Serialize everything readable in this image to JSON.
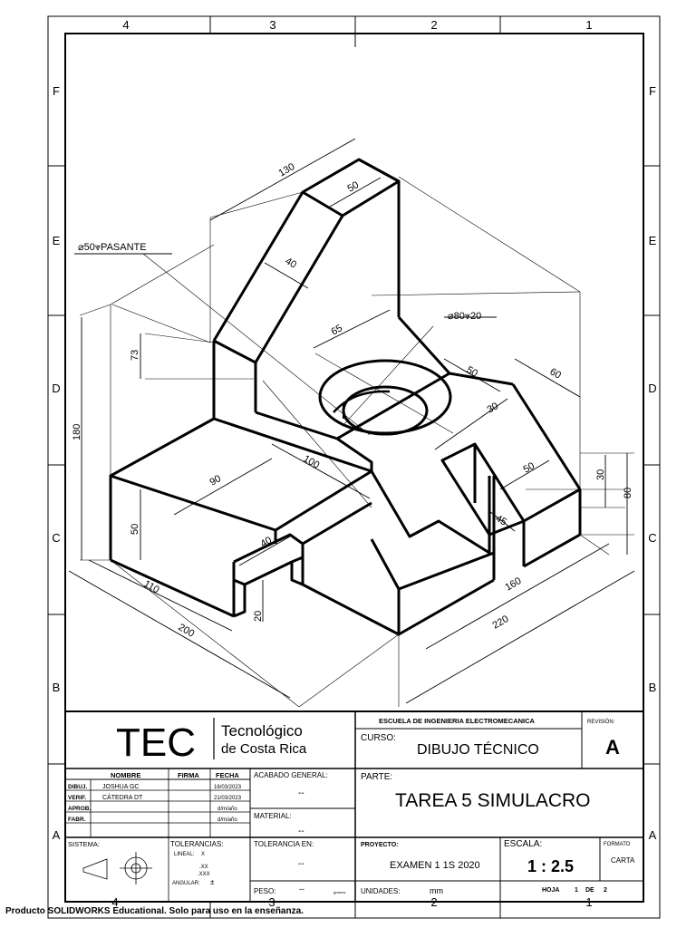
{
  "border": {
    "columns_top": [
      "4",
      "3",
      "2",
      "1"
    ],
    "columns_bottom": [
      "4",
      "3",
      "2",
      "1"
    ],
    "rows": [
      "F",
      "E",
      "D",
      "C",
      "B",
      "A"
    ]
  },
  "drawing": {
    "dims": {
      "d130": "130",
      "d50_top": "50",
      "d40_slope": "40",
      "hole_note": "⌀50⩔PASANTE",
      "d73": "73",
      "d180": "180",
      "d65": "65",
      "cbore_note": "⌀80⩔20",
      "d50_b": "50",
      "d60": "60",
      "d30_a": "30",
      "d100": "100",
      "d90": "90",
      "d50_c": "50",
      "d30_b": "30",
      "d80": "80",
      "d50_left": "50",
      "d45": "45",
      "d40_slot": "40",
      "d110": "110",
      "d20": "20",
      "d160": "160",
      "d200": "200",
      "d220": "220"
    }
  },
  "title_block": {
    "logo_text": "TEC",
    "institution_line1": "Tecnológico",
    "institution_line2": "de Costa Rica",
    "school": "ESCUELA DE INGENIERIA ELECTROMECANICA",
    "revision_label": "REVISIÓN:",
    "revision": "A",
    "course_label": "CURSO:",
    "course": "DIBUJO TÉCNICO",
    "headers": {
      "name": "NOMBRE",
      "signature": "FIRMA",
      "date": "FECHA"
    },
    "rows": [
      {
        "role": "DIBUJ.",
        "name": "JOSHUA GC",
        "date": "16/03/2023"
      },
      {
        "role": "VERIF.",
        "name": "CÁTEDRA DT",
        "date": "21/03/2023"
      },
      {
        "role": "APROB.",
        "name": "",
        "date": "d/m/año"
      },
      {
        "role": "FABR.",
        "name": "",
        "date": "d/m/año"
      }
    ],
    "finish_label": "ACABADO GENERAL:",
    "finish_value": "--",
    "material_label": "MATERIAL:",
    "material_value": "--",
    "part_label": "PARTE:",
    "part": "TAREA 5 SIMULACRO",
    "system_label": "SISTEMA:",
    "tolerances_label": "TOLERANCIAS:",
    "tol_linear": "LINEAL:",
    "tol_x": "X",
    "tol_xx": ".XX",
    "tol_xxx": ".XXX",
    "tol_angular": "ANGULAR:",
    "tol_pm": "±",
    "tolerance_in_label": "TOLERANCIA EN:",
    "tolerance_in_value": "--",
    "weight_label": "PESO:",
    "weight_value": "--",
    "weight_unit": "gramos",
    "project_label": "PROYECTO:",
    "project": "EXAMEN 1 1S 2020",
    "scale_label": "ESCALA:",
    "scale": "1 : 2.5",
    "format_label": "FORMATO",
    "format": "CARTA",
    "units_label": "UNIDADES:",
    "units": "mm",
    "sheet_label": "HOJA",
    "sheet_number": "1",
    "sheet_of": "DE",
    "sheet_total": "2"
  },
  "footer": "Producto SOLIDWORKS Educational. Solo para uso en la enseñanza."
}
